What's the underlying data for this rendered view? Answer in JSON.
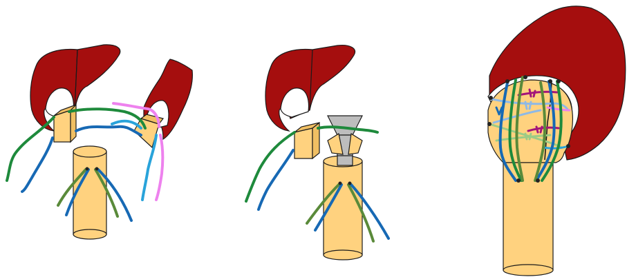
{
  "colors": {
    "muscle": "#A50E0E",
    "bone": "#FFD27F",
    "bone_side": "#F0BF63",
    "green": "#1E8A3C",
    "blue": "#1769B4",
    "olive": "#5A8A3A",
    "light_blue": "#29A3DA",
    "pink": "#EE82EE",
    "sky": "#8EB9E6",
    "magenta": "#A3157A",
    "light_green": "#9CCB86",
    "graft": "#BDBDBD"
  },
  "panels": [
    {
      "stage": "before-repair",
      "elements": [
        "muscle",
        "muscle",
        "bone-fragment",
        "bone-fragment",
        "humeral-shaft",
        "sutures"
      ]
    },
    {
      "stage": "fragment-fixation",
      "elements": [
        "muscle",
        "bone-fragment",
        "fibular-graft",
        "humeral-shaft",
        "sutures"
      ]
    },
    {
      "stage": "final-construct",
      "elements": [
        "muscle-cap",
        "humeral-head",
        "humeral-shaft",
        "sutures"
      ]
    }
  ]
}
